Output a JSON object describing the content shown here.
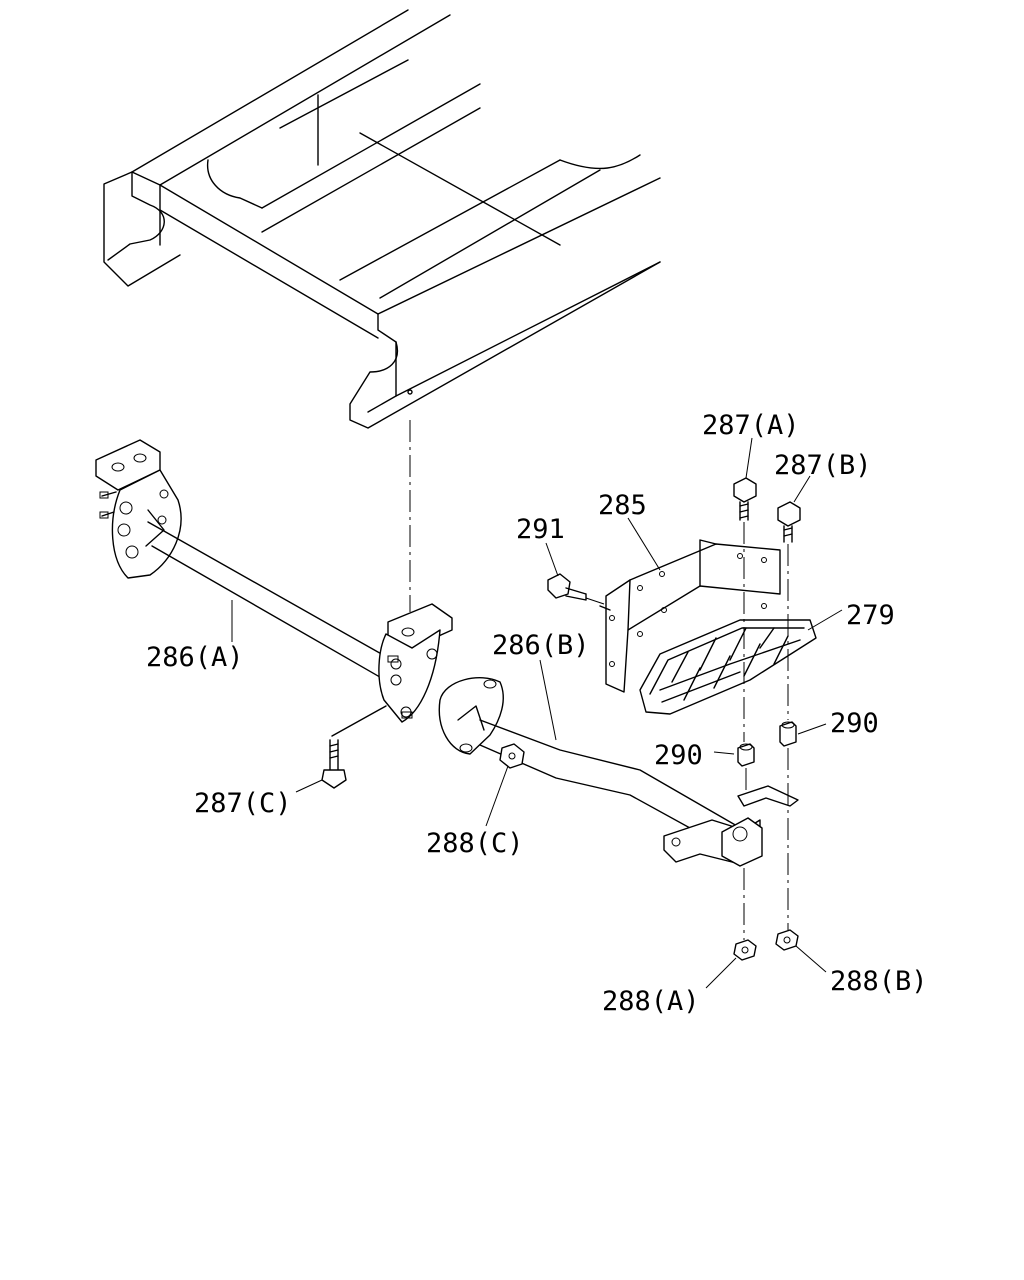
{
  "labels": {
    "l287a": "287(A)",
    "l287b": "287(B)",
    "l291": "291",
    "l285": "285",
    "l279": "279",
    "l286a": "286(A)",
    "l286b": "286(B)",
    "l290a": "290",
    "l290b": "290",
    "l287c": "287(C)",
    "l288c": "288(C)",
    "l288a": "288(A)",
    "l288b": "288(B)"
  }
}
